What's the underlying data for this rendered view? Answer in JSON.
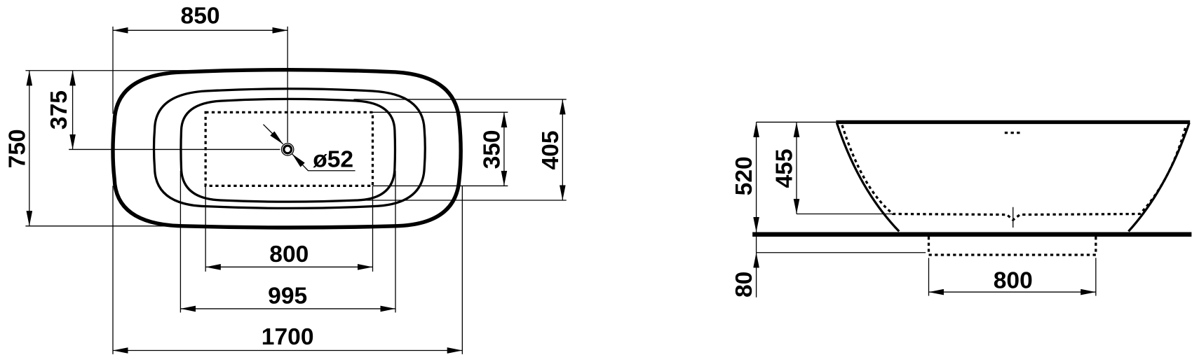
{
  "top_view": {
    "dims": {
      "drain_offset_length": "850",
      "overall_width": "750",
      "drain_offset_width": "375",
      "dotted_width": "350",
      "inner_width": "405",
      "drain_diameter": "ø52",
      "dotted_length": "800",
      "inner_length": "995",
      "overall_length": "1700"
    }
  },
  "side_view": {
    "dims": {
      "overall_height": "520",
      "inner_depth": "455",
      "recess_depth": "80",
      "recess_length": "800"
    }
  },
  "colors": {
    "line": "#000000",
    "background": "#ffffff"
  }
}
